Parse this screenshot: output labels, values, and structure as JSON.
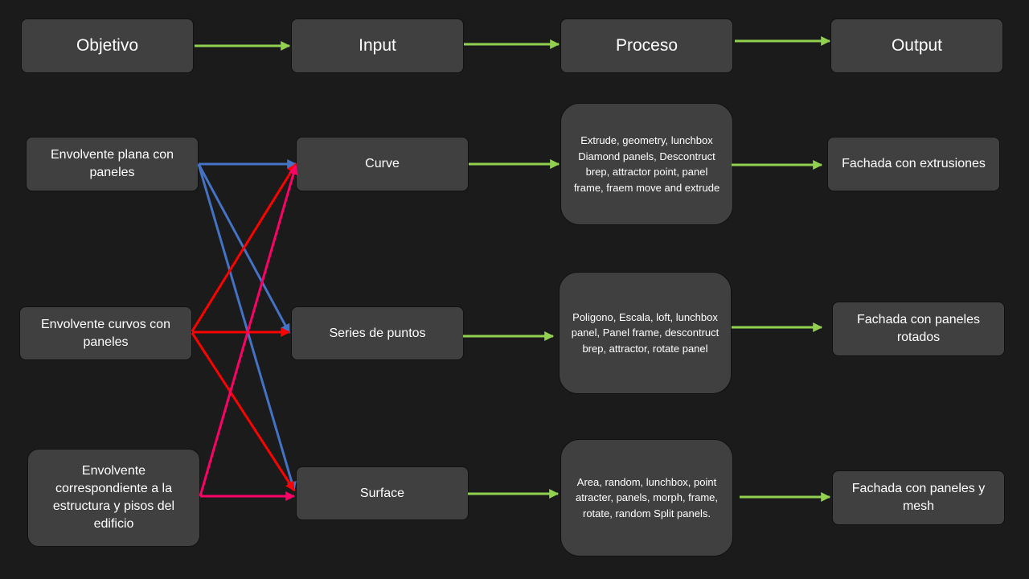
{
  "headers": {
    "objetivo": "Objetivo",
    "input": "Input",
    "proceso": "Proceso",
    "output": "Output"
  },
  "objectives": {
    "plana": "Envolvente plana con paneles",
    "curvos": "Envolvente curvos con paneles",
    "estructura": "Envolvente correspondiente a la estructura y pisos del edificio"
  },
  "inputs": {
    "curve": "Curve",
    "series": "Series de puntos",
    "surface": "Surface"
  },
  "processes": {
    "p1": "Extrude, geometry, lunchbox Diamond panels, Descontruct brep, attractor point, panel frame, fraem move and extrude",
    "p2": "Poligono, Escala, loft, lunchbox panel, Panel frame, descontruct brep, attractor, rotate panel",
    "p3": "Area, random, lunchbox, point atracter, panels, morph, frame, rotate, random Split panels."
  },
  "outputs": {
    "o1": "Fachada con extrusiones",
    "o2": "Fachada con paneles rotados",
    "o3": "Fachada con paneles y mesh"
  },
  "colors": {
    "green": "#92d050",
    "blue": "#4472c4",
    "red": "#ff0000",
    "pink": "#ff0066"
  }
}
